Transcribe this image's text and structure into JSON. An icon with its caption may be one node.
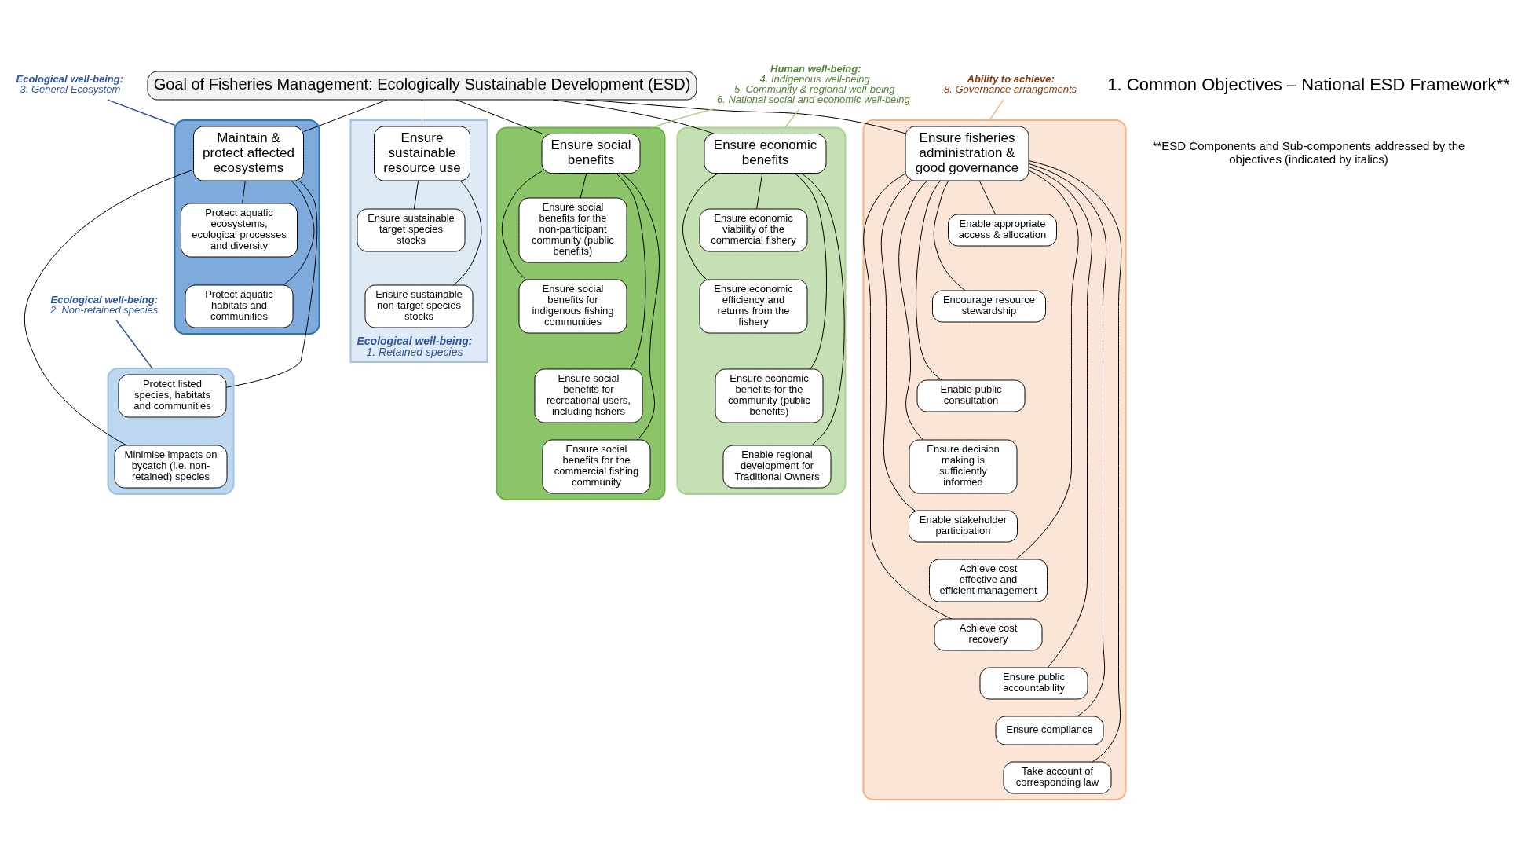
{
  "diagram": {
    "nodes": [
      {
        "text": [
          "Goal of Fisheries Management: Ecologically Sustainable Development (ESD)"
        ]
      },
      {
        "text": [
          "Ecological well-being:",
          "1. Retained species"
        ]
      },
      {
        "text": [
          "Ensure sustainable resource use"
        ],
        "in": 1
      },
      {
        "text": [
          "Ensure sustainable target species stocks"
        ],
        "in": 1
      },
      {
        "text": [
          "Ensure sustainable non-target species stocks"
        ],
        "in": 1
      },
      {
        "text": [],
        "shape": "box"
      },
      {
        "text": [
          "Maintain & protect affected ecosystems"
        ],
        "in": 5
      },
      {
        "text": [
          "Protect aquatic ecosystems, ecological processes and diversity"
        ],
        "in": 5
      },
      {
        "text": [
          "Protect aquatic habitats and communities"
        ],
        "in": 5
      },
      {
        "text": [],
        "shape": "box"
      },
      {
        "text": [
          "Protect listed species, habitats and communities"
        ],
        "in": 9
      },
      {
        "text": [
          "Minimise impacts on bycatch (i.e. non-retained) species"
        ],
        "in": 9
      },
      {
        "text": [
          "Ecological well-being:",
          "3. General Ecosystem"
        ]
      },
      {
        "text": [
          "Ecological well-being:",
          "2. Non-retained species"
        ]
      },
      {
        "text": [],
        "shape": "box"
      },
      {
        "text": [
          "Ensure economic benefits"
        ],
        "in": 14
      },
      {
        "text": [
          "Ensure economic viability of the commercial fishery"
        ],
        "in": 14
      },
      {
        "text": [
          "Ensure economic efficiency and returns from the fishery"
        ],
        "in": 14
      },
      {
        "text": [
          "Ensure economic benefits for the community (public benefits)"
        ],
        "in": 14
      },
      {
        "text": [
          "Enable regional development for Traditional Owners"
        ],
        "in": 14
      },
      {
        "text": [],
        "shape": "box"
      },
      {
        "text": [
          "Ensure social benefits"
        ],
        "in": 20
      },
      {
        "text": [
          "Ensure social benefits for the non-participant community (public benefits)"
        ],
        "in": 20
      },
      {
        "text": [
          "Ensure social benefits for indigenous fishing communities"
        ],
        "in": 20
      },
      {
        "text": [
          "Ensure social benefits for recreational users, including fishers"
        ],
        "in": 20
      },
      {
        "text": [
          "Ensure social benefits for the commercial fishing community"
        ],
        "in": 20
      },
      {
        "text": [
          "Human well-being:",
          "4. Indigenous well-being",
          "5. Community & regional well-being",
          "6. National social and economic well-being"
        ]
      },
      {
        "text": [],
        "shape": "box"
      },
      {
        "text": [
          "Ensure fisheries administration & good governance"
        ],
        "in": 27
      },
      {
        "text": [
          "Enable appropriate access & allocation"
        ],
        "in": 27
      },
      {
        "text": [
          "Encourage resource stewardship"
        ],
        "in": 27
      },
      {
        "text": [
          "Enable public consultation"
        ],
        "in": 27
      },
      {
        "text": [
          "Ensure decision making is sufficiently informed"
        ],
        "in": 27
      },
      {
        "text": [
          "Enable stakeholder participation"
        ],
        "in": 27
      },
      {
        "text": [
          "Achieve cost effective and efficient management"
        ],
        "in": 27
      },
      {
        "text": [
          "Achieve cost recovery"
        ],
        "in": 27
      },
      {
        "text": [
          "Ensure public accountability"
        ],
        "in": 27
      },
      {
        "text": [
          "Ensure compliance"
        ],
        "in": 27
      },
      {
        "text": [
          "Take account of corresponding law"
        ],
        "in": 27
      },
      {
        "text": [
          "Ability to achieve:",
          "8. Governance arrangements"
        ]
      }
    ],
    "edges": [
      {
        "from": 0,
        "to": 2,
        "arrow": "none"
      },
      {
        "from": 0,
        "to": 6,
        "arrow": "none"
      },
      {
        "from": 0,
        "to": 15,
        "arrow": "none"
      },
      {
        "from": 0,
        "to": 21,
        "arrow": "none"
      },
      {
        "from": 0,
        "to": 28,
        "arrow": "none"
      },
      {
        "from": 2,
        "to": 3,
        "arrow": "none"
      },
      {
        "from": 2,
        "to": 4,
        "arrow": "none"
      },
      {
        "from": 6,
        "to": 7,
        "arrow": "none"
      },
      {
        "from": 6,
        "to": 8,
        "arrow": "none"
      },
      {
        "from": 6,
        "to": 10,
        "arrow": "none"
      },
      {
        "from": 6,
        "to": 11,
        "arrow": "none"
      },
      {
        "from": 15,
        "to": 16,
        "arrow": "none"
      },
      {
        "from": 15,
        "to": 17,
        "arrow": "none"
      },
      {
        "from": 15,
        "to": 18,
        "arrow": "none"
      },
      {
        "from": 15,
        "to": 19,
        "arrow": "none"
      },
      {
        "from": 21,
        "to": 22,
        "arrow": "none"
      },
      {
        "from": 21,
        "to": 23,
        "arrow": "none"
      },
      {
        "from": 21,
        "to": 24,
        "arrow": "none"
      },
      {
        "from": 21,
        "to": 25,
        "arrow": "none"
      },
      {
        "from": 28,
        "to": 29,
        "arrow": "none"
      },
      {
        "from": 28,
        "to": 30,
        "arrow": "none"
      },
      {
        "from": 28,
        "to": 31,
        "arrow": "none"
      },
      {
        "from": 28,
        "to": 32,
        "arrow": "none"
      },
      {
        "from": 28,
        "to": 33,
        "arrow": "none"
      },
      {
        "from": 28,
        "to": 34,
        "arrow": "none"
      },
      {
        "from": 28,
        "to": 35,
        "arrow": "none"
      },
      {
        "from": 28,
        "to": 36,
        "arrow": "none"
      },
      {
        "from": 28,
        "to": 37,
        "arrow": "none"
      },
      {
        "from": 28,
        "to": 38,
        "arrow": "none"
      },
      {
        "from": 12,
        "to": 5,
        "arrow": "none",
        "color": "#2f5597"
      },
      {
        "from": 13,
        "to": 9,
        "arrow": "none",
        "color": "#2f5597"
      },
      {
        "from": 26,
        "to": 14,
        "arrow": "none",
        "color": "#a9d18e"
      },
      {
        "from": 26,
        "to": 20,
        "arrow": "none",
        "color": "#a9d18e"
      },
      {
        "from": 39,
        "to": 27,
        "arrow": "none",
        "color": "#f4b183"
      }
    ],
    "labels": [
      "1. Common Objectives – National ESD Framework**",
      "**ESD Components and Sub-components addressed by the objectives (indicated by italics)"
    ]
  }
}
